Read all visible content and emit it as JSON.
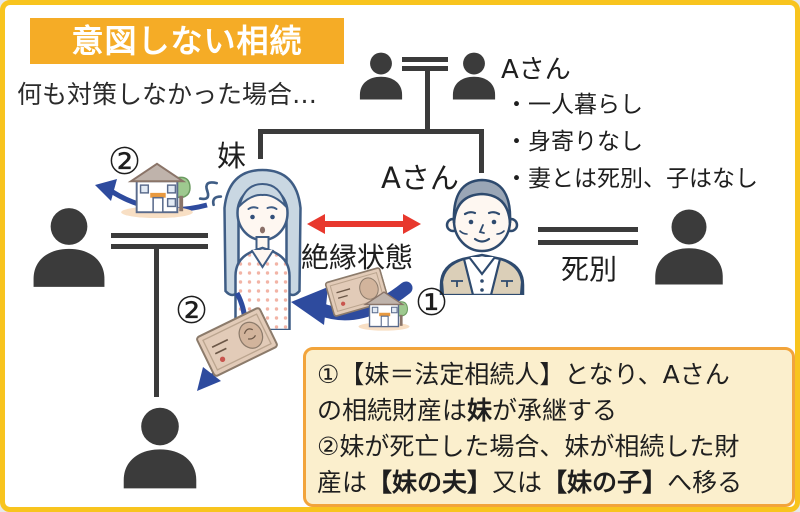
{
  "title": "意図しない相続",
  "subtitle": "何も対策しなかった場合…",
  "tree": {
    "sister_label": "妹",
    "a_san_label": "Aさん",
    "estranged_label": "絶縁状態",
    "widowed_label": "死別"
  },
  "profile": {
    "name": "Aさん",
    "bullets": [
      "・一人暮らし",
      "・身寄りなし",
      "・妻とは死別、子はなし"
    ]
  },
  "markers": {
    "step1": "①",
    "step2": "②"
  },
  "note": {
    "l1": "①【妹＝法定相続人】となり、Aさん",
    "l2a": "の相続財産は",
    "l2b": "妹",
    "l2c": "が承継する",
    "l3": "②妹が死亡した場合、妹が相続した財",
    "l4a": "産は",
    "l4b": "【妹の夫】",
    "l4c": "又は",
    "l4d": "【妹の子】",
    "l4e": "へ移る"
  },
  "colors": {
    "accent_orange": "#F5AC26",
    "border_yellow": "#F8C41E",
    "note_bg": "#FBEFCD",
    "arrow_red": "#E8382D",
    "arrow_blue": "#2E4B9E",
    "icon_gray": "#3B3B3B"
  }
}
